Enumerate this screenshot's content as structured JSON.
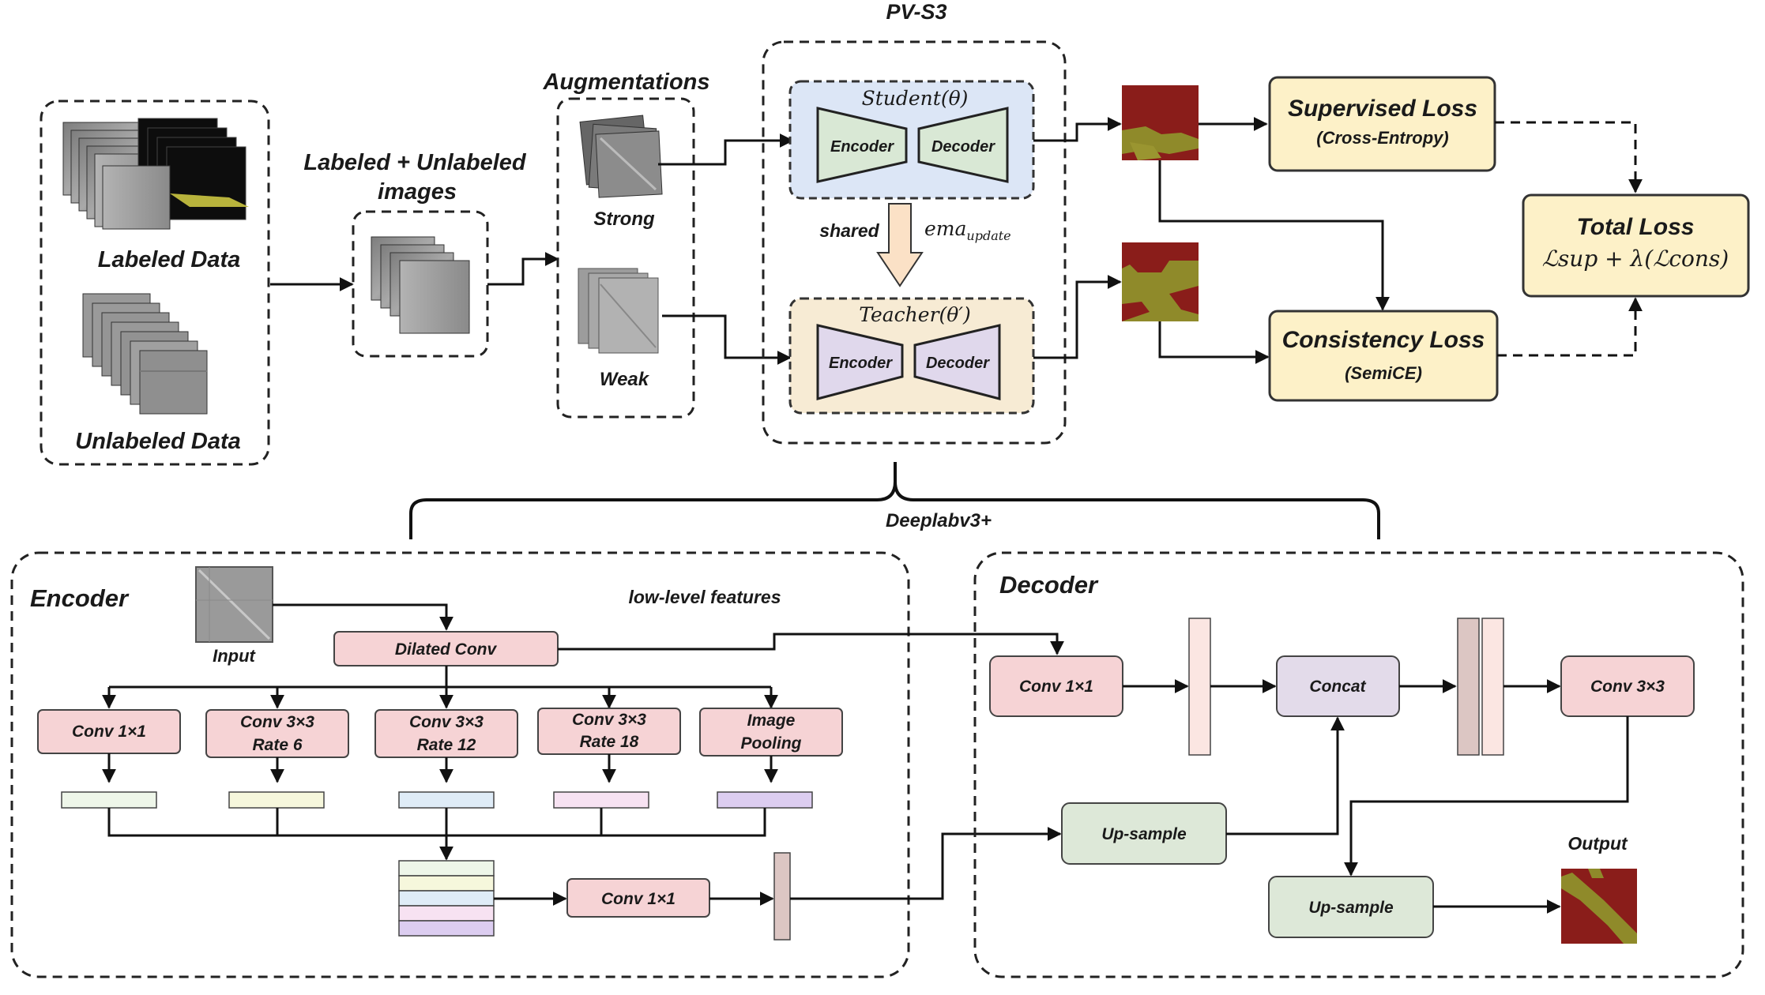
{
  "title": "PV-S3",
  "data_panel": {
    "labeled": "Labeled Data",
    "unlabeled": "Unlabeled Data"
  },
  "combined_images": {
    "line1": "Labeled + Unlabeled",
    "line2": "images"
  },
  "augmentations": {
    "title": "Augmentations",
    "strong": "Strong",
    "weak": "Weak"
  },
  "student": {
    "title": "Student(θ)",
    "encoder": "Encoder",
    "decoder": "Decoder"
  },
  "teacher": {
    "title": "Teacher(θ′)",
    "encoder": "Encoder",
    "decoder": "Decoder"
  },
  "shared": "shared",
  "ema": {
    "base": "ema",
    "sub": "update"
  },
  "supervised_loss": {
    "title": "Supervised Loss",
    "subtitle": "(Cross-Entropy)"
  },
  "consistency_loss": {
    "title": "Consistency Loss",
    "subtitle": "(SemiCE)"
  },
  "total_loss": {
    "title": "Total Loss",
    "formula": "ℒsup + λ(ℒcons)"
  },
  "architecture_label": "Deeplabv3+",
  "encoder": {
    "title": "Encoder",
    "input": "Input",
    "low_level": "low-level features",
    "dilated_conv": "Dilated Conv",
    "branches": [
      {
        "line1": "Conv 1×1",
        "line2": ""
      },
      {
        "line1": "Conv 3×3",
        "line2": "Rate 6"
      },
      {
        "line1": "Conv 3×3",
        "line2": "Rate 12"
      },
      {
        "line1": "Conv 3×3",
        "line2": "Rate 18"
      },
      {
        "line1": "Image",
        "line2": "Pooling"
      }
    ],
    "conv_out": "Conv 1×1"
  },
  "decoder": {
    "title": "Decoder",
    "conv1x1": "Conv 1×1",
    "concat": "Concat",
    "conv3x3": "Conv 3×3",
    "upsample1": "Up-sample",
    "upsample2": "Up-sample",
    "output": "Output"
  },
  "colors": {
    "pink_box": "#f6d3d5",
    "green_box": "#dde8d8",
    "lavender_box": "#e3dbea",
    "loss_box": "#fdf1c8",
    "student_bg": "#dce6f6",
    "teacher_bg": "#f7ebd4",
    "student_trap": "#d9e8d5",
    "teacher_trap": "#e0d8ec",
    "mask_red": "#8a1d1a",
    "mask_olive": "#8f8a2a"
  }
}
